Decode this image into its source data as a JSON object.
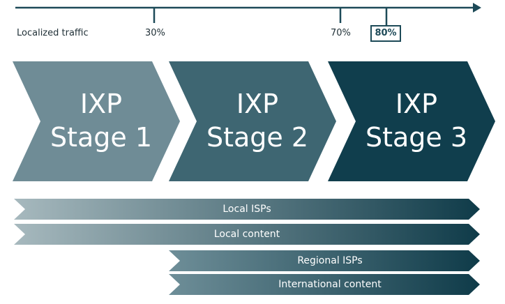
{
  "axis": {
    "title": "Localized traffic",
    "markers": [
      {
        "label": "30%",
        "highlighted": false
      },
      {
        "label": "70%",
        "highlighted": false
      },
      {
        "label": "80%",
        "highlighted": true
      }
    ]
  },
  "stages": [
    {
      "line1": "IXP",
      "line2": "Stage 1",
      "color": "#6f8c96"
    },
    {
      "line1": "IXP",
      "line2": "Stage 2",
      "color": "#3e6672"
    },
    {
      "line1": "IXP",
      "line2": "Stage 3",
      "color": "#103e4d"
    }
  ],
  "bars": [
    {
      "label": "Local ISPs",
      "from": "#a7b9be",
      "to": "#0f3b49"
    },
    {
      "label": "Local content",
      "from": "#a7b9be",
      "to": "#0f3b49"
    },
    {
      "label": "Regional ISPs",
      "from": "#6e8e98",
      "to": "#0f3b49"
    },
    {
      "label": "International content",
      "from": "#6e8e98",
      "to": "#0f3b49"
    }
  ],
  "colors": {
    "axis": "#1d4a58",
    "text": "#1f2f36"
  }
}
